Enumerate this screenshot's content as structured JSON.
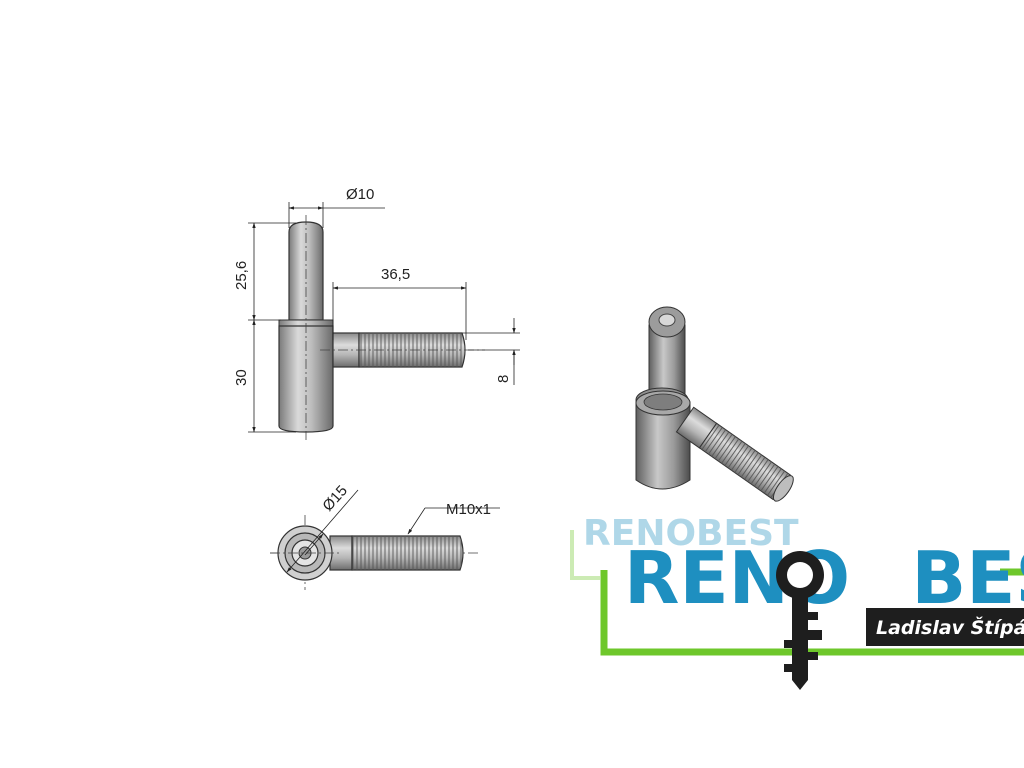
{
  "dimensions": {
    "pin_diameter": "Ø10",
    "pin_height": "25,6",
    "thread_length": "36,5",
    "sleeve_height": "30",
    "thread_diameter": "8",
    "sleeve_diameter": "Ø15",
    "thread_spec": "M10x1"
  },
  "logo": {
    "brand": "RENOBEST",
    "owner": "Ladislav Štípán",
    "colors": {
      "blue": "#1e8fc0",
      "green": "#6ec72b",
      "dark": "#1e1e1e"
    }
  }
}
